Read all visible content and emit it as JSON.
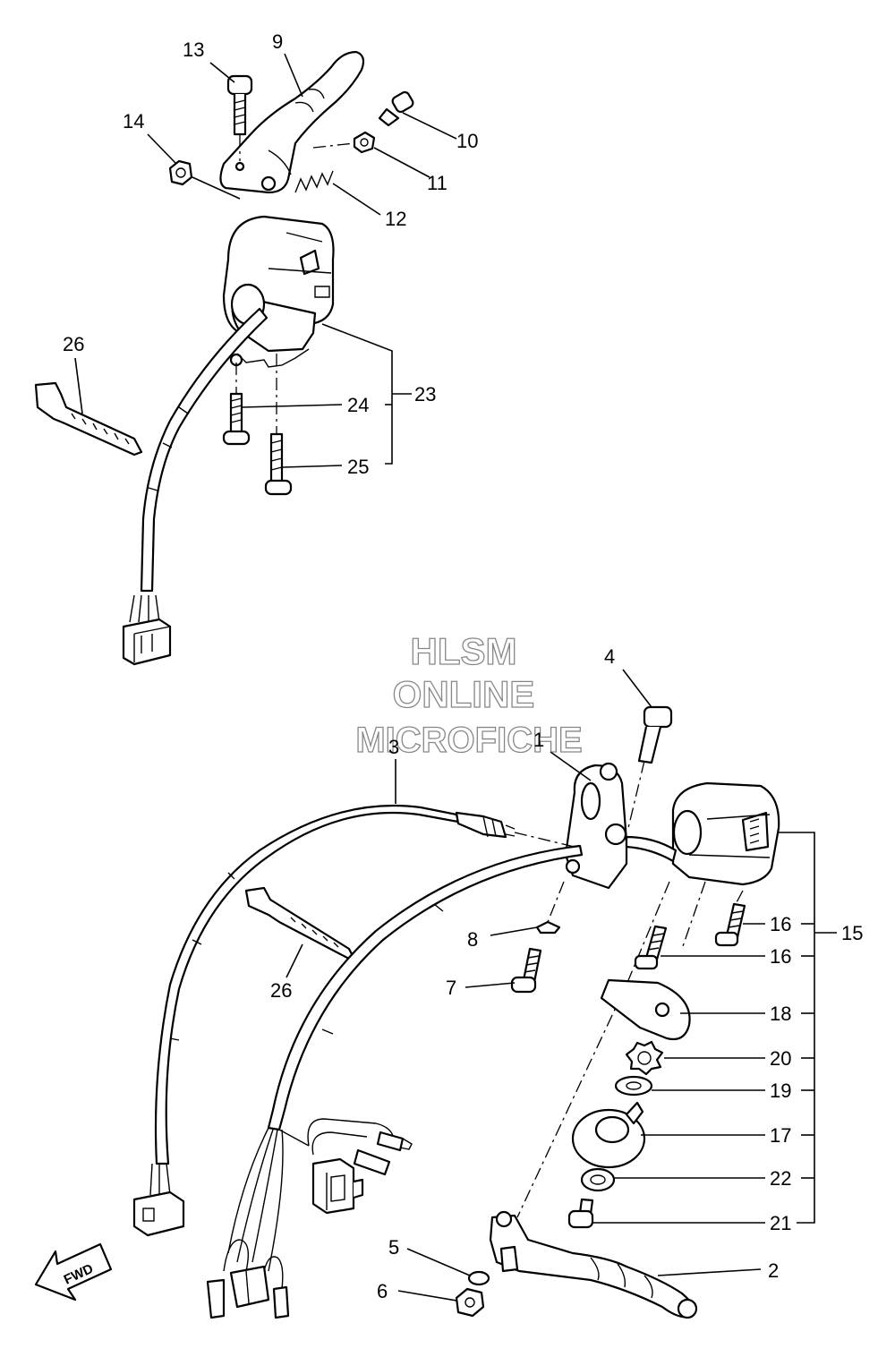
{
  "watermark": {
    "line1": "HLSM",
    "line2": "ONLINE",
    "line3": "MICROFICHE"
  },
  "fwd_label": "FWD",
  "callouts": {
    "c1": "1",
    "c2": "2",
    "c3": "3",
    "c4": "4",
    "c5": "5",
    "c6": "6",
    "c7": "7",
    "c8": "8",
    "c9": "9",
    "c10": "10",
    "c11": "11",
    "c12": "12",
    "c13": "13",
    "c14": "14",
    "c15": "15",
    "c16a": "16",
    "c16b": "16",
    "c17": "17",
    "c18": "18",
    "c19": "19",
    "c20": "20",
    "c21": "21",
    "c22": "22",
    "c23": "23",
    "c24": "24",
    "c25": "25",
    "c26a": "26",
    "c26b": "26"
  }
}
